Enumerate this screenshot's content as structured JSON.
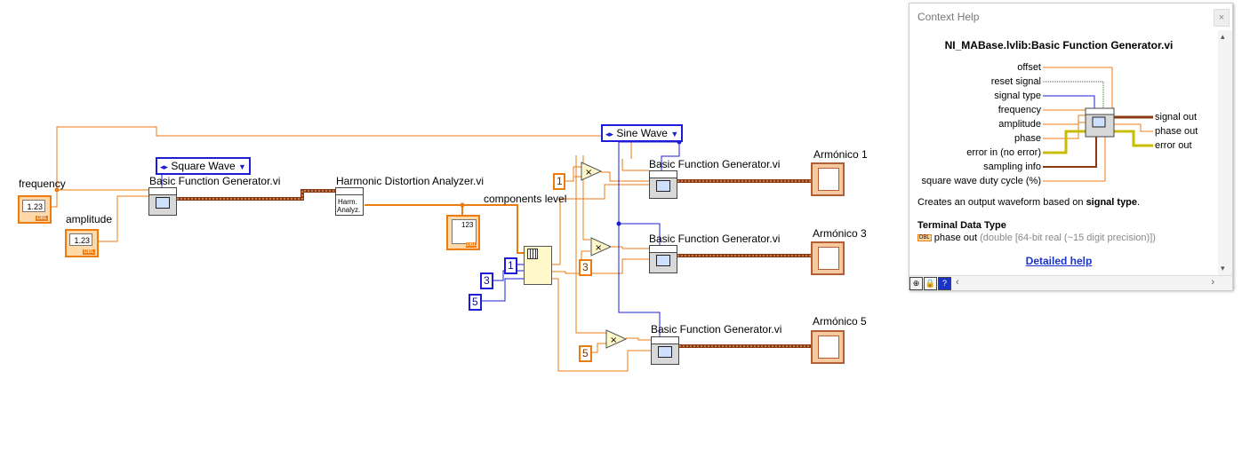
{
  "diagram": {
    "labels": {
      "frequency": "frequency",
      "amplitude": "amplitude",
      "bfg1": "Basic Function Generator.vi",
      "hda": "Harmonic Distortion Analyzer.vi",
      "components_level": "components level",
      "bfg2": "Basic Function Generator.vi",
      "bfg3": "Basic Function Generator.vi",
      "bfg4": "Basic Function Generator.vi",
      "arm1": "Armónico 1",
      "arm3": "Armónico 3",
      "arm5": "Armónico 5"
    },
    "rings": {
      "square": "Square Wave",
      "sine": "Sine Wave",
      "arrow": "▼",
      "inc": "◂▸"
    },
    "constants": {
      "c1_blue": "1",
      "c3_blue": "3",
      "c5_blue": "5",
      "c1_orange": "1",
      "c3_orange": "3",
      "c5_orange": "5"
    },
    "control_values": {
      "freq": "1.23",
      "amp": "1.23",
      "dbl": "DBL",
      "arr": "123"
    },
    "hda_icon": {
      "line1": "Harm.",
      "line2": "Analyz."
    }
  },
  "context_help": {
    "title": "Context Help",
    "vi_name": "NI_MABase.lvlib:Basic Function Generator.vi",
    "inputs": [
      "offset",
      "reset signal",
      "signal type",
      "frequency",
      "amplitude",
      "phase",
      "error in (no error)",
      "sampling info",
      "square wave duty cycle (%)"
    ],
    "outputs": [
      "signal out",
      "phase out",
      "error out"
    ],
    "description_prefix": "Creates an output waveform based on ",
    "description_bold": "signal type",
    "description_suffix": ".",
    "terminal_data_type": "Terminal Data Type",
    "po_name": "phase out",
    "po_type": "(double [64-bit real (~15 digit precision)])",
    "po_tag": "DBL",
    "detailed_help": "Detailed help"
  },
  "colors": {
    "dbl_wire": "#ec7b10",
    "waveform_wire": "#8b3a0f",
    "enum_wire": "#1d1dd8",
    "error_wire": "#d2c600"
  }
}
